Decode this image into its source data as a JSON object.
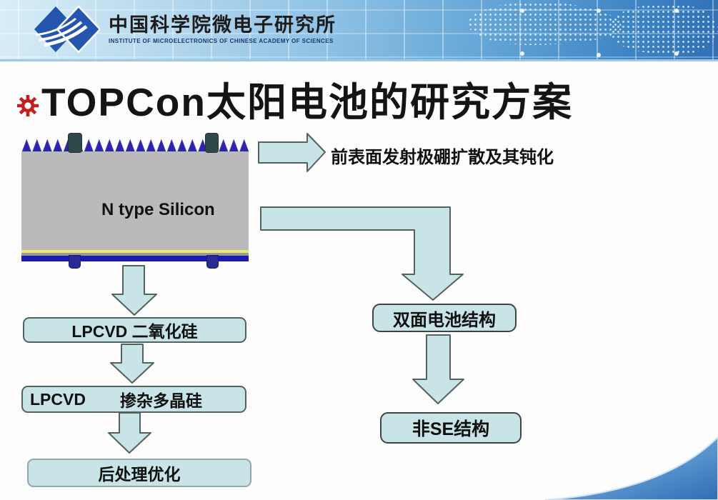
{
  "header": {
    "logo_title": "中国科学院微电子研究所",
    "logo_subtitle": "INSTITUTE OF MICROELECTRONICS OF CHINESE ACADEMY OF SCIENCES"
  },
  "title": {
    "text": "TOPCon太阳电池的研究方案",
    "bullet_icon": "red-gear"
  },
  "diagram": {
    "wafer_label": "N type Silicon",
    "front_process_label": "前表面发射极硼扩散及其钝化",
    "left_flow": [
      {
        "label": "LPCVD 二氧化硅"
      },
      {
        "label_prefix": "LPCVD",
        "label_main": "掺杂多晶硅"
      },
      {
        "label": "后处理优化"
      }
    ],
    "right_flow": [
      {
        "label": "双面电池结构"
      },
      {
        "label": "非SE结构"
      }
    ]
  },
  "colors": {
    "arrow_fill": "#c8e4e6",
    "arrow_border": "#52625f",
    "box_fill": "#c8e4e6",
    "wafer_gray": "#bababa",
    "zigzag_blue": "#2d24a8",
    "rear_blue": "#1b1bb0",
    "rear_yellow": "#e9e97d",
    "contact_teal": "#2e4a48",
    "contact_navy": "#2b2b96",
    "accent_red": "#c41f1f",
    "header_blue": "#306fb4"
  }
}
